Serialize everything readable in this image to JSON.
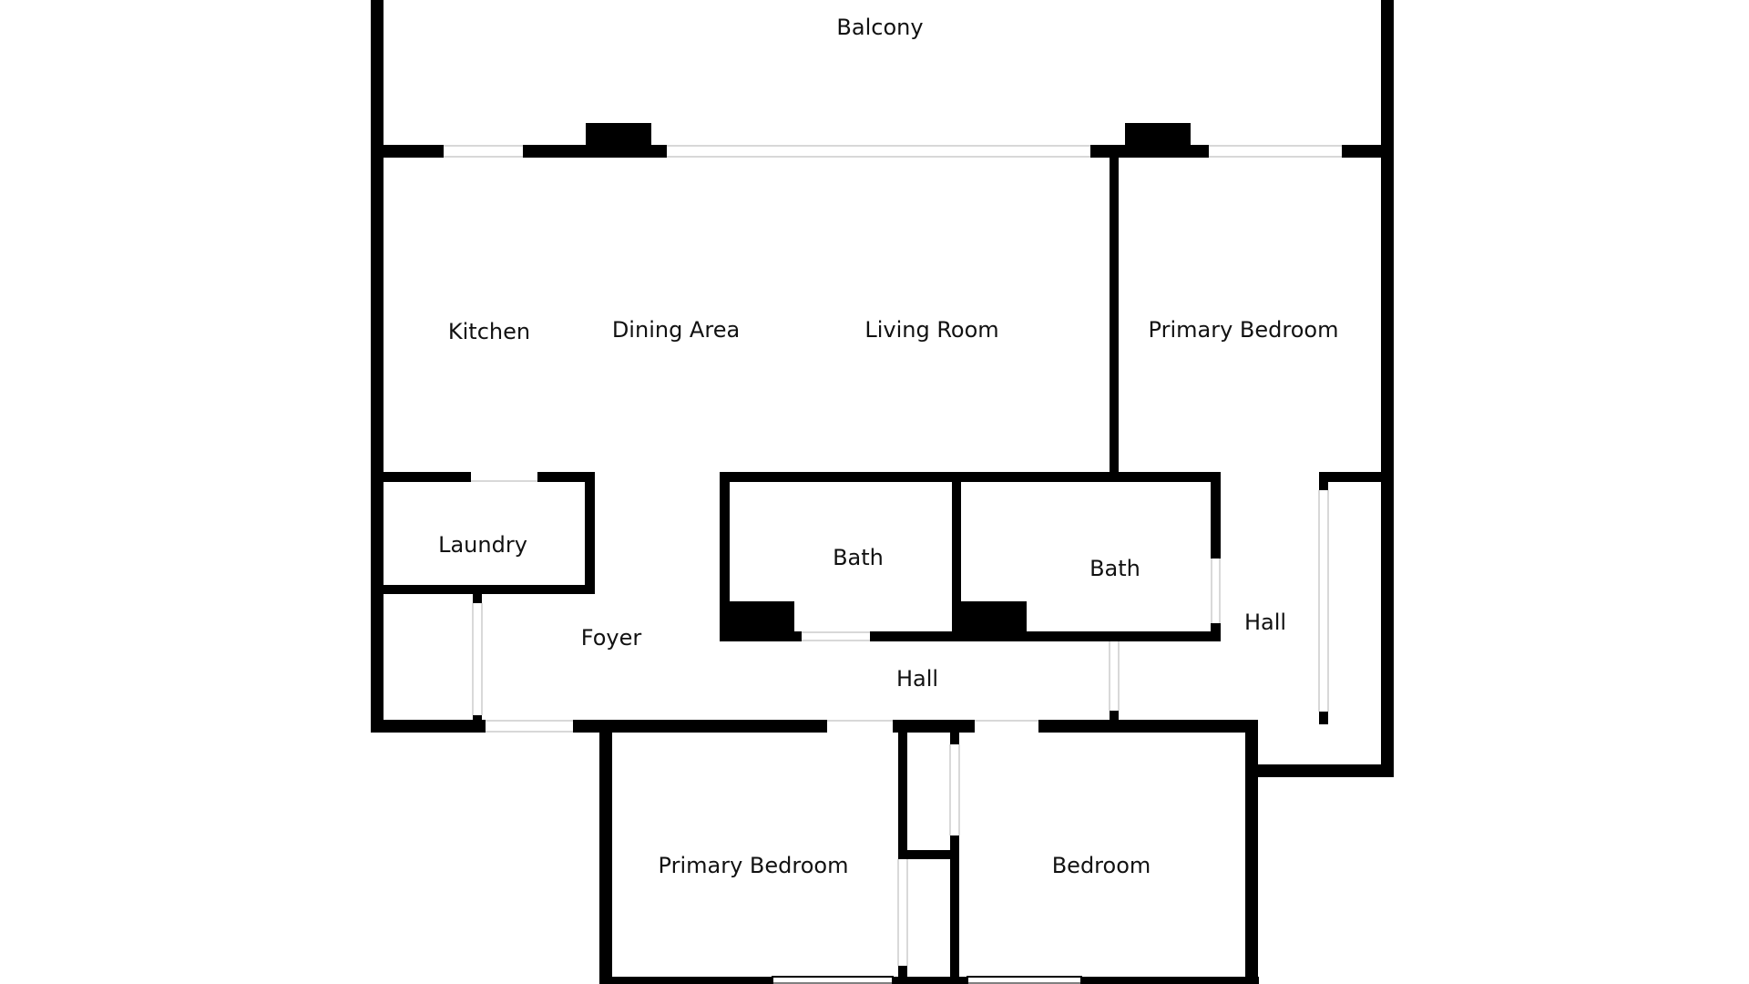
{
  "diagram": {
    "type": "floor-plan",
    "colors": {
      "wall": "#000000",
      "background": "#ffffff",
      "label": "#111111",
      "opening_line": "#cccccc"
    },
    "rooms": [
      {
        "id": "balcony",
        "label": "Balcony"
      },
      {
        "id": "kitchen",
        "label": "Kitchen"
      },
      {
        "id": "dining-area",
        "label": "Dining Area"
      },
      {
        "id": "living-room",
        "label": "Living Room"
      },
      {
        "id": "primary-bedroom-upper",
        "label": "Primary Bedroom"
      },
      {
        "id": "laundry",
        "label": "Laundry"
      },
      {
        "id": "bath-left",
        "label": "Bath"
      },
      {
        "id": "bath-right",
        "label": "Bath"
      },
      {
        "id": "hall-right",
        "label": "Hall"
      },
      {
        "id": "foyer",
        "label": "Foyer"
      },
      {
        "id": "hall-center",
        "label": "Hall"
      },
      {
        "id": "primary-bedroom-lower",
        "label": "Primary Bedroom"
      },
      {
        "id": "bedroom",
        "label": "Bedroom"
      }
    ]
  }
}
